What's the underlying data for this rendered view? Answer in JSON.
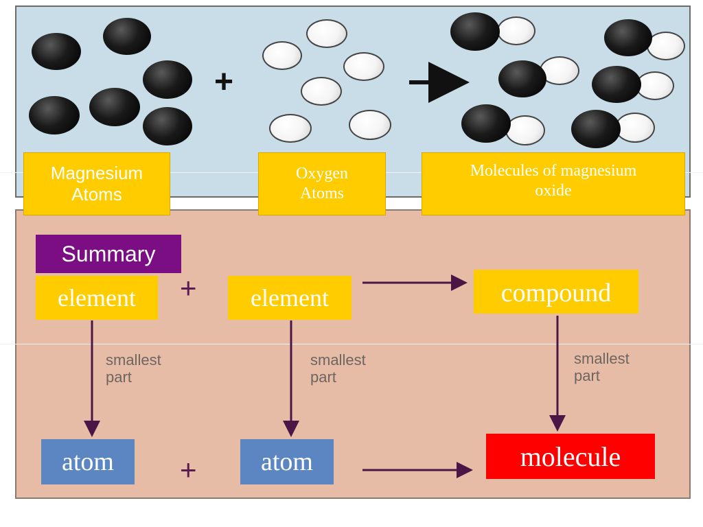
{
  "labels": {
    "magnesium": "Magnesium\nAtoms",
    "oxygen": "Oxygen\nAtoms",
    "molecules": "Molecules of magnesium\noxide"
  },
  "summary": "Summary",
  "equation_top": {
    "left": "element",
    "middle": "element",
    "right": "compound",
    "plus": "+"
  },
  "equation_bottom": {
    "left": "atom",
    "middle": "atom",
    "right": "molecule",
    "plus": "+"
  },
  "annotations": {
    "left": "smallest\npart",
    "middle": "smallest\npart",
    "right": "smallest\npart"
  },
  "top_plus": "+",
  "colors": {
    "label_yellow": "#ffcc00",
    "summary_purple": "#7a0e82",
    "atom_blue": "#5b86c2",
    "molecule_red": "#ff0000",
    "arrow_purple": "#4a1646"
  }
}
